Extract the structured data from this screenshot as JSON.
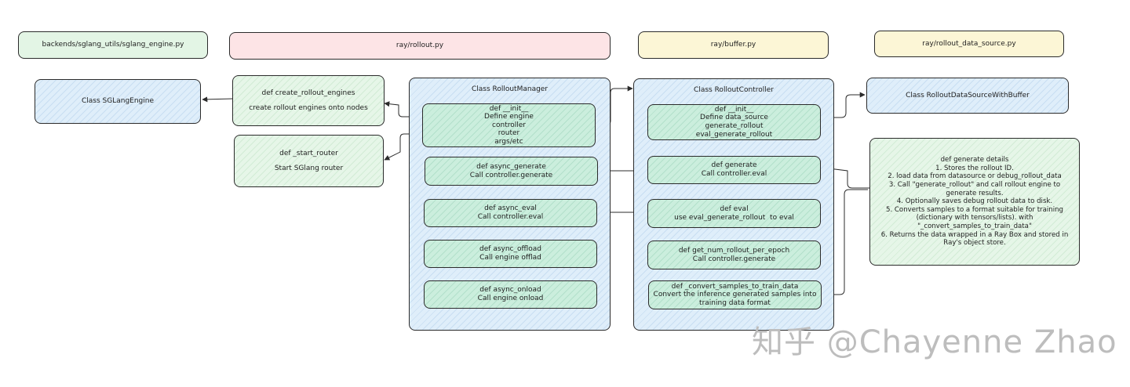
{
  "files": {
    "sglang_engine": "backends/sglang_utils/sglang_engine.py",
    "rollout": "ray/rollout.py",
    "buffer": "ray/buffer.py",
    "rollout_data_source": "ray/rollout_data_source.py"
  },
  "sglang_engine_box": {
    "title": "Class SGLangEngine"
  },
  "create_rollout_engines": {
    "line1": "def create_rollout_engines",
    "line2": "create rollout engines onto nodes"
  },
  "start_router": {
    "line1": "def _start_router",
    "line2": "Start SGlang router"
  },
  "rollout_manager": {
    "title": "Class RolloutManager",
    "init": [
      "def __init__",
      "Define engine",
      "controller",
      "router",
      "args/etc"
    ],
    "async_generate": [
      "def async_generate",
      "Call controller.generate"
    ],
    "async_eval": [
      "def async_eval",
      "Call controller.eval"
    ],
    "async_offload": [
      "def async_offload",
      "Call engine offlad"
    ],
    "async_onload": [
      "def async_onload",
      "Call engine onload"
    ]
  },
  "rollout_controller": {
    "title": "Class RolloutController",
    "init": [
      "def __init__",
      "Define data_source",
      "generate_rollout",
      "eval_generate_rollout"
    ],
    "generate": [
      "def generate",
      "Call controller.eval"
    ],
    "eval": [
      "def eval",
      "use eval_generate_rollout  to eval"
    ],
    "get_num_rollout": [
      "def get_num_rollout_per_epoch",
      "Call controller.generate"
    ],
    "convert_samples": [
      "def _convert_samples_to_train_data",
      "Convert the inference generated samples into",
      "training data format"
    ]
  },
  "rollout_data_source_box": {
    "title": "Class RolloutDataSourceWithBuffer"
  },
  "generate_details": [
    "def generate details",
    "1. Stores the rollout ID.",
    "2. load data from datasource or debug_rollout_data",
    "3. Call \"generate_rollout\" and call rollout engine to generate results.",
    "4. Optionally saves debug rollout data to disk.",
    "5. Converts samples to a format suitable for training (dictionary with tensors/lists). with \"_convert_samples_to_train_data\"",
    "6. Returns the data wrapped in a Ray Box and stored in Ray's object store."
  ],
  "watermark": "知乎 @Chayenne Zhao"
}
